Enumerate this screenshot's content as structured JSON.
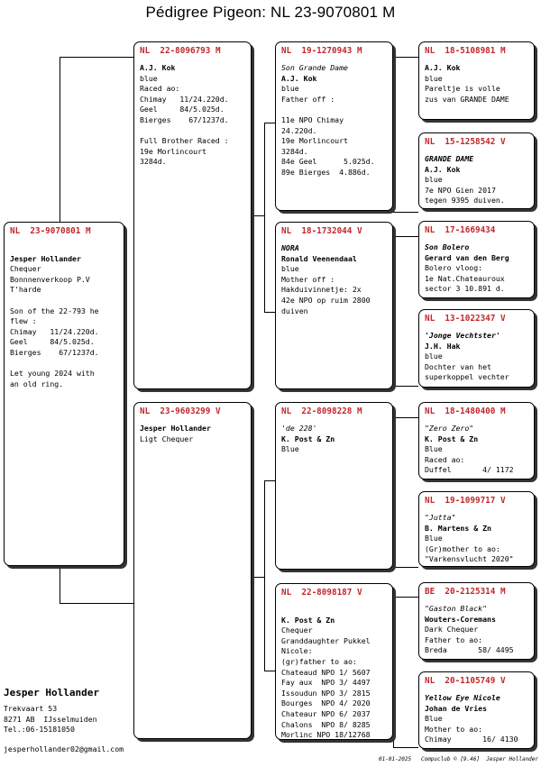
{
  "title": "Pédigree Pigeon: NL  23-9070801 M",
  "subject": {
    "ring": "NL  23-9070801 M",
    "lines": [
      {
        "t": "",
        "s": ""
      },
      {
        "t": "Jesper Hollander",
        "s": "b"
      },
      {
        "t": "Chequer",
        "s": ""
      },
      {
        "t": "Bonnnenverkoop P.V",
        "s": ""
      },
      {
        "t": "T'harde",
        "s": ""
      },
      {
        "t": "",
        "s": ""
      },
      {
        "t": "Son of the 22-793 he",
        "s": ""
      },
      {
        "t": "flew :",
        "s": ""
      },
      {
        "t": "Chimay   11/24.220d.",
        "s": ""
      },
      {
        "t": "Geel     84/5.025d.",
        "s": ""
      },
      {
        "t": "Bierges    67/1237d.",
        "s": ""
      },
      {
        "t": "",
        "s": ""
      },
      {
        "t": "Let young 2024 with",
        "s": ""
      },
      {
        "t": "an old ring.",
        "s": ""
      }
    ]
  },
  "father": {
    "ring": "NL  22-8096793 M",
    "lines": [
      {
        "t": "A.J. Kok",
        "s": "b"
      },
      {
        "t": "blue",
        "s": ""
      },
      {
        "t": "Raced ao:",
        "s": ""
      },
      {
        "t": "Chimay   11/24.220d.",
        "s": ""
      },
      {
        "t": "Geel     84/5.025d.",
        "s": ""
      },
      {
        "t": "Bierges    67/1237d.",
        "s": ""
      },
      {
        "t": "",
        "s": ""
      },
      {
        "t": "Full Brother Raced :",
        "s": ""
      },
      {
        "t": "19e Morlincourt",
        "s": ""
      },
      {
        "t": "3284d.",
        "s": ""
      }
    ]
  },
  "mother": {
    "ring": "NL  23-9603299 V",
    "lines": [
      {
        "t": "Jesper Hollander",
        "s": "b"
      },
      {
        "t": "Ligt Chequer",
        "s": ""
      }
    ]
  },
  "ff": {
    "ring": "NL  19-1270943 M",
    "lines": [
      {
        "t": "Son Grande Dame",
        "s": "i"
      },
      {
        "t": "A.J. Kok",
        "s": "b"
      },
      {
        "t": "blue",
        "s": ""
      },
      {
        "t": "Father off :",
        "s": ""
      },
      {
        "t": "",
        "s": ""
      },
      {
        "t": "11e NPO Chimay",
        "s": ""
      },
      {
        "t": "24.220d.",
        "s": ""
      },
      {
        "t": "19e Morlincourt",
        "s": ""
      },
      {
        "t": "3284d.",
        "s": ""
      },
      {
        "t": "84e Geel      5.025d.",
        "s": ""
      },
      {
        "t": "89e Bierges  4.886d.",
        "s": ""
      }
    ]
  },
  "fm": {
    "ring": "NL  18-1732044 V",
    "lines": [
      {
        "t": "NORA",
        "s": "bi"
      },
      {
        "t": "Ronald Veenendaal",
        "s": "b"
      },
      {
        "t": "blue",
        "s": ""
      },
      {
        "t": "Mother off :",
        "s": ""
      },
      {
        "t": "Hakduivinnetje: 2x",
        "s": ""
      },
      {
        "t": "42e NPO op ruim 2800",
        "s": ""
      },
      {
        "t": "duiven",
        "s": ""
      }
    ]
  },
  "mf": {
    "ring": "NL  22-8098228 M",
    "lines": [
      {
        "t": "'de 228'",
        "s": "i"
      },
      {
        "t": "K. Post & Zn",
        "s": "b"
      },
      {
        "t": "Blue",
        "s": ""
      }
    ]
  },
  "mm": {
    "ring": "NL  22-8098187 V",
    "lines": [
      {
        "t": "",
        "s": ""
      },
      {
        "t": "K. Post & Zn",
        "s": "b"
      },
      {
        "t": "Chequer",
        "s": ""
      },
      {
        "t": "Granddaughter Pukkel",
        "s": ""
      },
      {
        "t": "Nicole:",
        "s": ""
      },
      {
        "t": "(gr)father to ao:",
        "s": ""
      },
      {
        "t": "Chateaud NPO 1/ 5607",
        "s": ""
      },
      {
        "t": "Fay aux  NPO 3/ 4497",
        "s": ""
      },
      {
        "t": "Issoudun NPO 3/ 2815",
        "s": ""
      },
      {
        "t": "Bourges  NPO 4/ 2020",
        "s": ""
      },
      {
        "t": "Chateaur NPO 6/ 2037",
        "s": ""
      },
      {
        "t": "Chalons  NPO 8/ 8285",
        "s": ""
      },
      {
        "t": "Morlinc NPO 18/12768",
        "s": ""
      }
    ]
  },
  "fff": {
    "ring": "NL  18-5108981 M",
    "lines": [
      {
        "t": "A.J. Kok",
        "s": "b"
      },
      {
        "t": "blue",
        "s": ""
      },
      {
        "t": "Pareltje is volle",
        "s": ""
      },
      {
        "t": "zus van GRANDE DAME",
        "s": ""
      }
    ]
  },
  "ffm": {
    "ring": "NL  15-1258542 V",
    "lines": [
      {
        "t": "GRANDE DAME",
        "s": "bi"
      },
      {
        "t": "A.J. Kok",
        "s": "b"
      },
      {
        "t": "blue",
        "s": ""
      },
      {
        "t": "7e NPO Gien 2017",
        "s": ""
      },
      {
        "t": "tegen 9395 duiven.",
        "s": ""
      }
    ]
  },
  "fmf": {
    "ring": "NL  17-1669434",
    "lines": [
      {
        "t": "Son Bolero",
        "s": "bi"
      },
      {
        "t": "Gerard van den Berg",
        "s": "b"
      },
      {
        "t": "Bolero vloog:",
        "s": ""
      },
      {
        "t": "1e Nat.Chateauroux",
        "s": ""
      },
      {
        "t": "sector 3 10.891 d.",
        "s": ""
      }
    ]
  },
  "fmm": {
    "ring": "NL  13-1022347 V",
    "lines": [
      {
        "t": "'Jonge Vechtster'",
        "s": "bi"
      },
      {
        "t": "J.H. Hak",
        "s": "b"
      },
      {
        "t": "blue",
        "s": ""
      },
      {
        "t": "Dochter van het",
        "s": ""
      },
      {
        "t": "superkoppel vechter",
        "s": ""
      }
    ]
  },
  "mff": {
    "ring": "NL  18-1480400 M",
    "lines": [
      {
        "t": "\"Zero Zero\"",
        "s": "i"
      },
      {
        "t": "K. Post & Zn",
        "s": "b"
      },
      {
        "t": "Blue",
        "s": ""
      },
      {
        "t": "Raced ao:",
        "s": ""
      },
      {
        "t": "Duffel       4/ 1172",
        "s": ""
      }
    ]
  },
  "mfm": {
    "ring": "NL  19-1099717 V",
    "lines": [
      {
        "t": "\"Jutta\"",
        "s": "i"
      },
      {
        "t": "B. Martens & Zn",
        "s": "b"
      },
      {
        "t": "Blue",
        "s": ""
      },
      {
        "t": "(Gr)mother to ao:",
        "s": ""
      },
      {
        "t": "\"Varkensvlucht 2020\"",
        "s": ""
      }
    ]
  },
  "mmf": {
    "ring": "BE  20-2125314 M",
    "lines": [
      {
        "t": "\"Gaston Black\"",
        "s": "i"
      },
      {
        "t": "Wouters-Coremans",
        "s": "b"
      },
      {
        "t": "Dark Chequer",
        "s": ""
      },
      {
        "t": "Father to ao:",
        "s": ""
      },
      {
        "t": "Breda       58/ 4495",
        "s": ""
      }
    ]
  },
  "mmm": {
    "ring": "NL  20-1105749 V",
    "lines": [
      {
        "t": "Yellow Eye Nicole",
        "s": "bi"
      },
      {
        "t": "Johan de Vries",
        "s": "b"
      },
      {
        "t": "Blue",
        "s": ""
      },
      {
        "t": "Mother to ao:",
        "s": ""
      },
      {
        "t": "Chimay       16/ 4130",
        "s": ""
      }
    ]
  },
  "owner": {
    "name": "Jesper Hollander",
    "address1": "Trekvaart 53",
    "address2": "8271 AB  IJsselmuiden",
    "phone": "Tel.:06-15181050",
    "email": "jesperhollander02@gmail.com"
  },
  "footer": {
    "date": "01-01-2025",
    "credit": "Compuclub © [9.46]  Jesper Hollander"
  }
}
